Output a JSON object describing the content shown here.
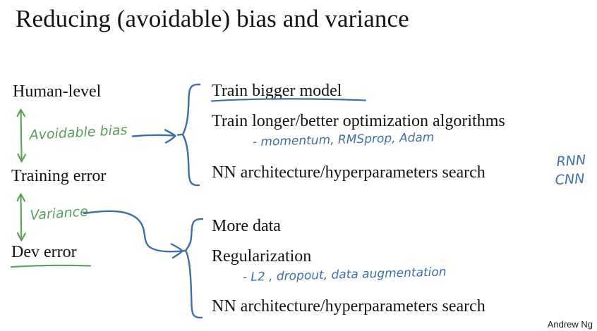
{
  "slide": {
    "title": "Reducing (avoidable) bias and variance",
    "background_color": "#ffffff",
    "text_color": "#141414",
    "ink_green": "#5a9e5a",
    "ink_blue": "#3f6fa8",
    "footer": "Andrew Ng"
  },
  "levels": {
    "human_level": "Human-level",
    "training_error": "Training error",
    "dev_error": "Dev error"
  },
  "annotations": {
    "avoidable_bias": "Avoidable bias",
    "variance": "Variance",
    "optimizers_note": "- momentum, RMSprop, Adam",
    "regularization_note": "- L2 , dropout, data  augmentation",
    "arch_note_line1": "RNN",
    "arch_note_line2": "CNN"
  },
  "bias_group": {
    "items": [
      "Train bigger model",
      "Train longer/better optimization algorithms",
      "NN architecture/hyperparameters search"
    ]
  },
  "variance_group": {
    "items": [
      "More data",
      "Regularization",
      "NN architecture/hyperparameters search"
    ]
  }
}
